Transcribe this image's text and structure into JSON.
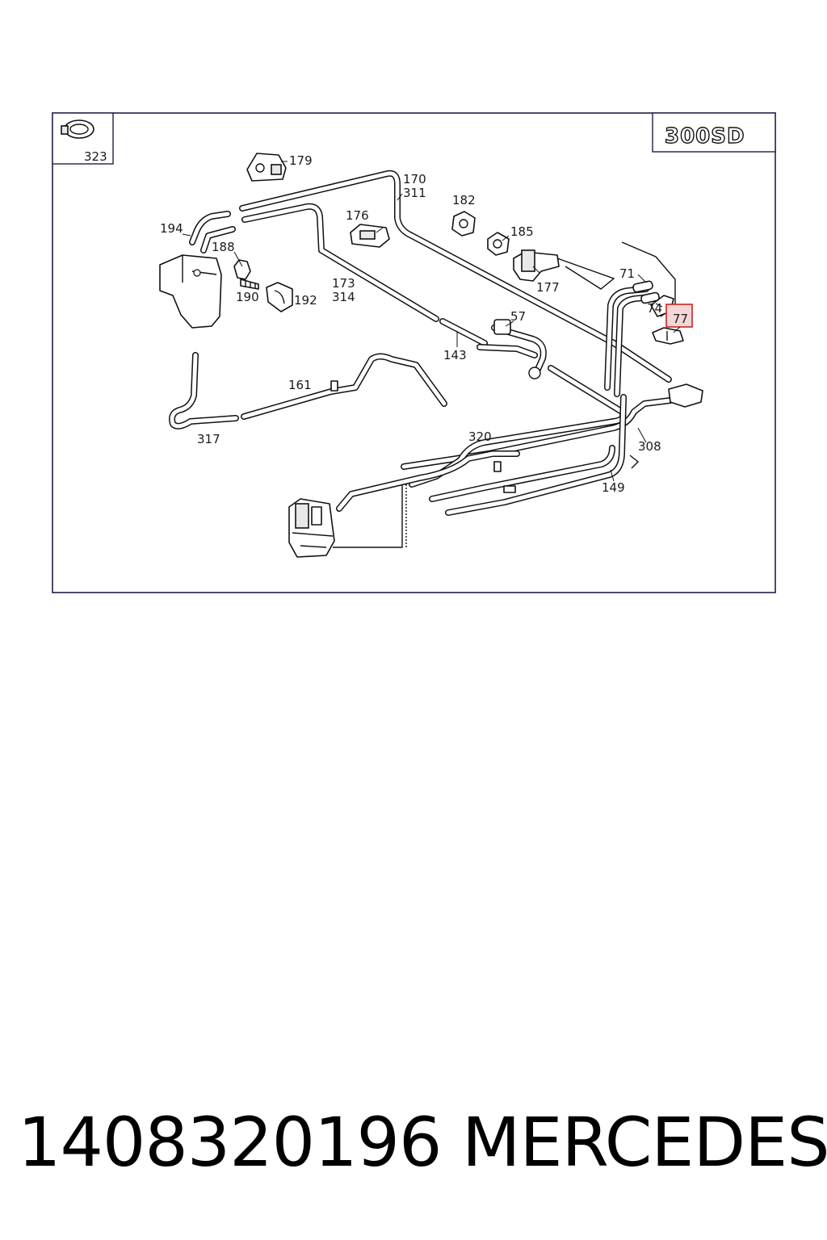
{
  "diagram": {
    "model_badge": "300SD",
    "inset_label": "323",
    "highlight_color": "#cc2222",
    "frame_color": "#1f1f4a",
    "callouts": {
      "c179": "179",
      "c170": "170",
      "c311": "311",
      "c182": "182",
      "c176": "176",
      "c185": "185",
      "c194": "194",
      "c188": "188",
      "c177": "177",
      "c71": "71",
      "c173": "173",
      "c314": "314",
      "c190": "190",
      "c192": "192",
      "c74": "74",
      "c77": "77",
      "c57": "57",
      "c143": "143",
      "c161": "161",
      "c317": "317",
      "c320": "320",
      "c308": "308",
      "c149": "149"
    }
  },
  "footer": {
    "part_number": "1408320196",
    "brand": "MERCEDES"
  }
}
